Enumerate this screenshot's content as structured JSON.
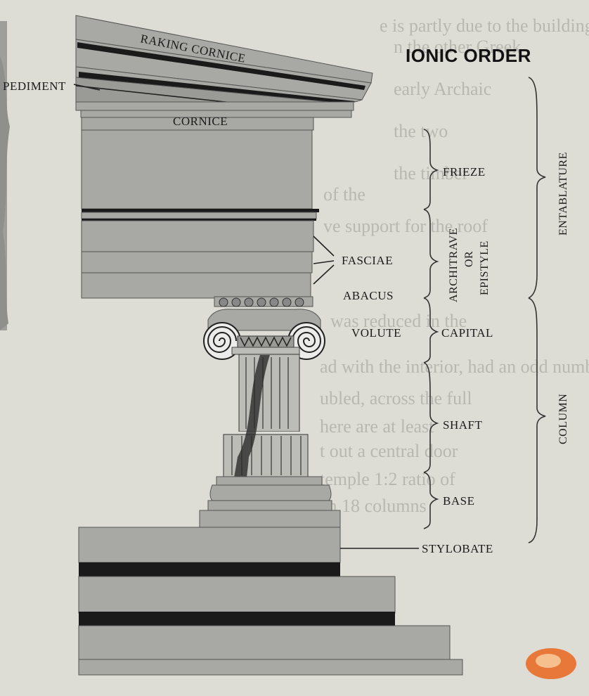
{
  "title": "IONIC ORDER",
  "labels": {
    "raking_cornice": "RAKING CORNICE",
    "pediment": "PEDIMENT",
    "cornice": "CORNICE",
    "frieze": "FRIEZE",
    "fasciae": "FASCIAE",
    "abacus": "ABACUS",
    "volute": "VOLUTE",
    "capital": "CAPITAL",
    "shaft": "SHAFT",
    "base": "BASE",
    "stylobate": "STYLOBATE",
    "architrave": "ARCHITRAVE",
    "architrave_or": "OR",
    "epistyle": "EPISTYLE",
    "entablature": "ENTABLATURE",
    "column": "COLUMN"
  },
  "background_text": [
    "e is partly due to the building's plan",
    "n the other Greek",
    "early Archaic",
    "the two",
    "the timber",
    "of the",
    "ve support for the roof",
    "was reduced in the",
    "ad with the interior, had an odd number",
    "ubled, across the full",
    "here are at least",
    "t out a central door",
    "temple 1:2 ratio of",
    "en 18 columns"
  ],
  "colors": {
    "background": "#ddddd6",
    "stone": "#a8a8a4",
    "dark_band": "#1a1a1a",
    "ink": "#1b1b1b"
  }
}
